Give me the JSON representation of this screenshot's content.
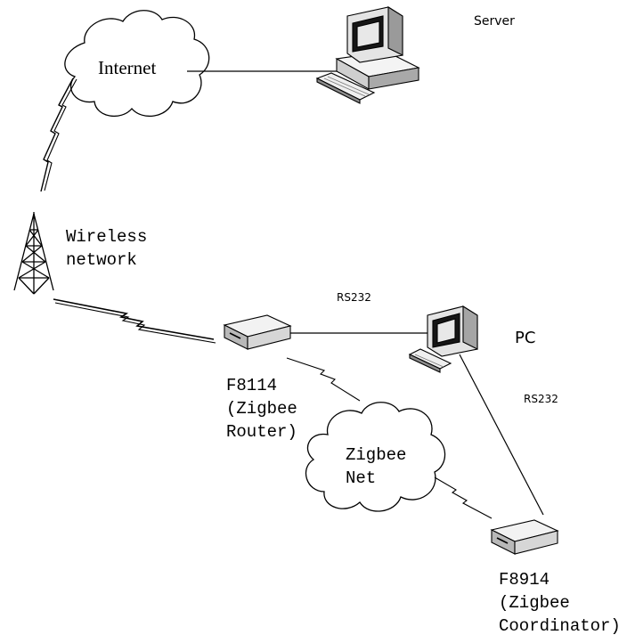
{
  "nodes": {
    "internet": {
      "label": "Internet"
    },
    "server": {
      "label": "Server"
    },
    "wireless": {
      "line1": "Wireless",
      "line2": "network"
    },
    "pc": {
      "label": "PC"
    },
    "router": {
      "line1": "F8114",
      "line2": "(Zigbee",
      "line3": "Router)"
    },
    "zigbee_net": {
      "line1": "Zigbee",
      "line2": "Net"
    },
    "coordinator": {
      "line1": "F8914",
      "line2": "(Zigbee",
      "line3": "Coordinator)"
    }
  },
  "links": {
    "rs232_router_pc": "RS232",
    "rs232_pc_coordinator": "RS232"
  },
  "icons": {
    "server": "desktop-computer-icon",
    "pc": "desktop-computer-icon",
    "tower": "radio-tower-icon",
    "router": "modem-device-icon",
    "coordinator": "modem-device-icon",
    "wireless_link": "lightning-zigzag-icon",
    "cloud": "cloud-icon"
  }
}
